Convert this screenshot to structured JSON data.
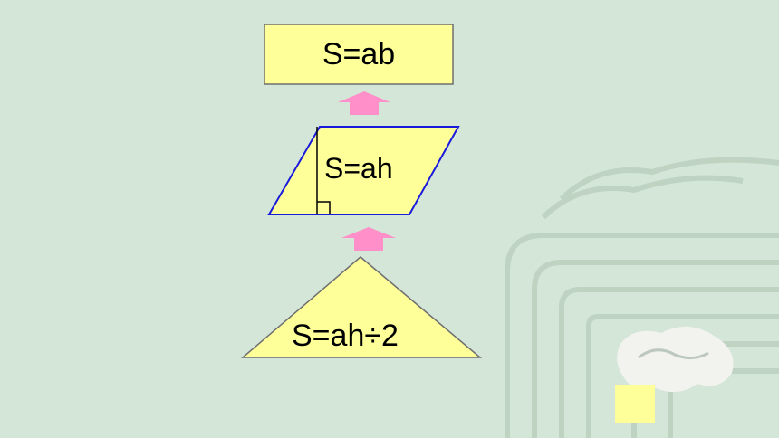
{
  "formulas": {
    "rectangle": "S=ab",
    "parallelogram": "S=ah",
    "triangle": "S=ah÷2"
  },
  "colors": {
    "background": "#d4e6d7",
    "shape_fill": "#ffff99",
    "arrow": "#ff8fc8",
    "parallelogram_border": "#1a1adb",
    "pattern": "#bed3c1"
  }
}
